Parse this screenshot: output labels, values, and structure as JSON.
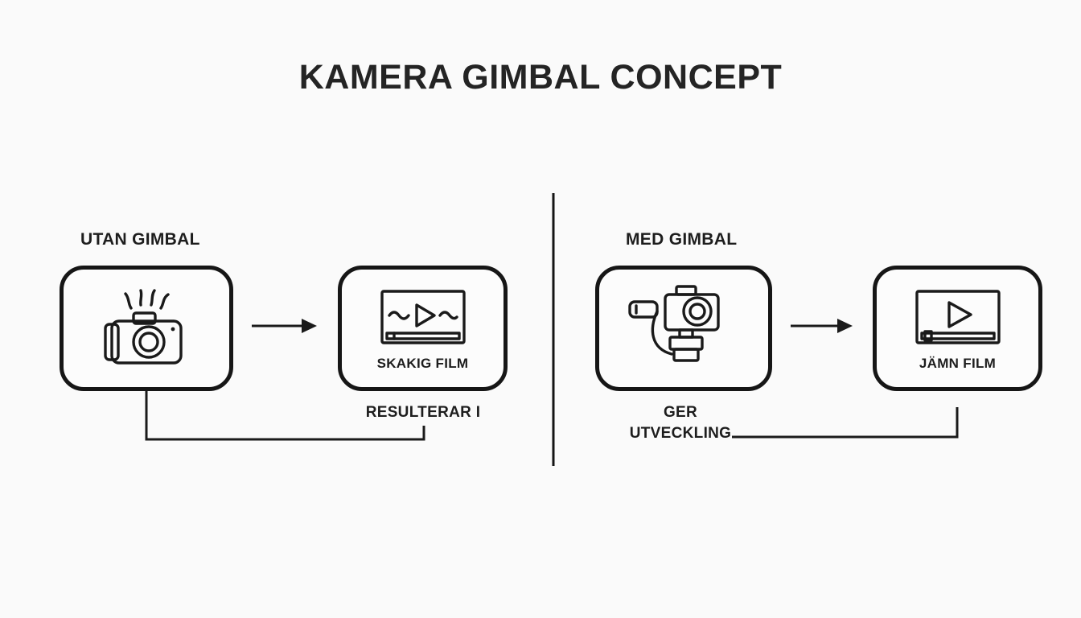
{
  "title": "KAMERA GIMBAL CONCEPT",
  "colors": {
    "background": "#fafafa",
    "stroke": "#1a1a1a",
    "box_border": "#161616",
    "text": "#1d1d1d"
  },
  "left": {
    "label": "UTAN GIMBAL",
    "source_icon": "shaky-camera-icon",
    "result_icon": "shaky-video-player-icon",
    "result_label": "SKAKIG FILM",
    "caption": "RESULTERAR I"
  },
  "right": {
    "label": "MED GIMBAL",
    "source_icon": "gimbal-camera-icon",
    "result_icon": "smooth-video-player-icon",
    "result_label": "JÄMN FILM",
    "caption_line1": "GER",
    "caption_line2": "UTVECKLING"
  }
}
